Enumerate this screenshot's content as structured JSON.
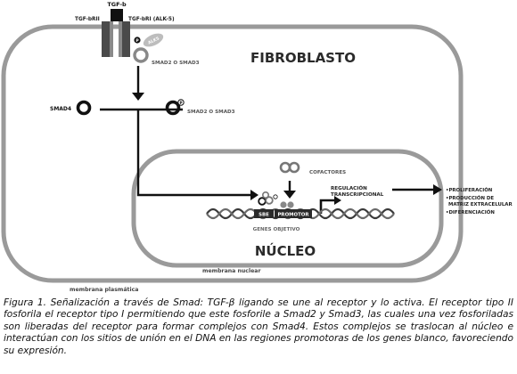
{
  "labels": {
    "ligand": "TGF-b",
    "receptor_ii": "TGF-bRII",
    "receptor_i": "TGF-bRI (ALK-5)",
    "alk5": "ALK5",
    "phospho": "P",
    "smad23_receptor": "SMAD2 O SMAD3",
    "smad4": "SMAD4",
    "smad23_free": "SMAD2 O SMAD3",
    "fibroblast": "FIBROBLASTO",
    "cofactors": "COFACTORES",
    "transcriptional_line1": "REGULACIÓN",
    "transcriptional_line2": "TRANSCRIPCIONAL",
    "sbe": "SBE",
    "promoter": "PROMOTOR",
    "target_genes": "GENES OBJETIVO",
    "nucleus": "NÚCLEO",
    "nuclear_membrane": "membrana nuclear",
    "plasma_membrane": "membrana plasmática"
  },
  "outcomes": [
    "•PROLIFERACIÓN",
    "•PRODUCCIÓN DE",
    "MATRIZ EXTRACELULAR",
    "•DIFERENCIACIÓN"
  ],
  "caption": {
    "lead": "Figura 1. Señalización a través de Smad:",
    "text": " TGF-β ligando se une al receptor y lo activa. El receptor tipo II fosforila el receptor tipo I permitiendo que este fosforile a Smad2 y Smad3, las cuales una vez fosforiladas son liberadas del receptor para formar complejos con Smad4. Estos complejos se traslocan al núcleo e interactúan con los sitios de unión en el DNA en las regiones promotoras de los genes blanco, favoreciendo su expresión."
  },
  "colors": {
    "membrane": "#9a9a9a",
    "receptor": "#4a4a4a",
    "ink": "#111111",
    "dna": "#3a3a3a"
  }
}
